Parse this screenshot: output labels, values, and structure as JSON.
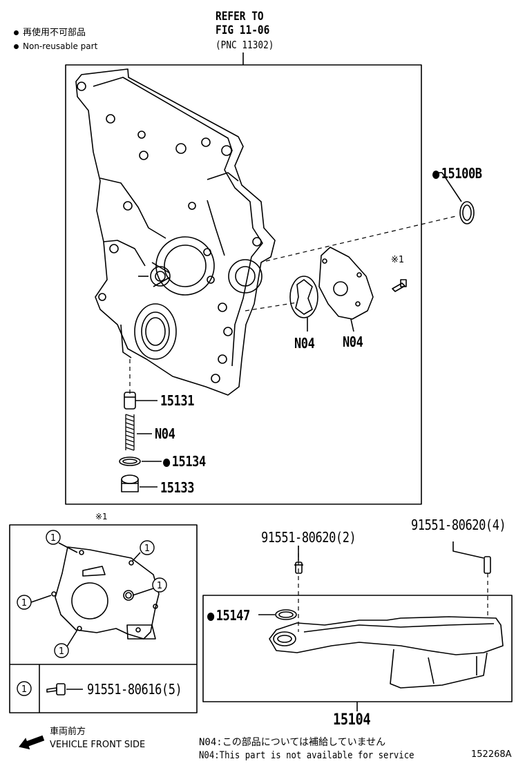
{
  "legend": {
    "jp": "再使用不可部品",
    "en": "Non-reusable part"
  },
  "refer": {
    "line1": "REFER TO",
    "line2": "FIG 11-06",
    "line3": "(PNC 11302)"
  },
  "parts": {
    "p15100B": "15100B",
    "n04_rotor": "N04",
    "n04_plate": "N04",
    "note_mark": "※1",
    "p15131": "15131",
    "n04_spring": "N04",
    "p15134": "15134",
    "p15133": "15133",
    "bolt_a": "91551-80620(2)",
    "bolt_b": "91551-80620(4)",
    "p15147": "15147",
    "p15104": "15104"
  },
  "detail": {
    "mark": "※1",
    "callout": "1",
    "bolt_part": "91551-80616(5)"
  },
  "footer": {
    "front_jp": "車両前方",
    "front_en": "VEHICLE FRONT SIDE",
    "note_jp": "N04:この部品については補給していません",
    "note_en": "N04:This part is not available for service",
    "code": "152268A"
  }
}
